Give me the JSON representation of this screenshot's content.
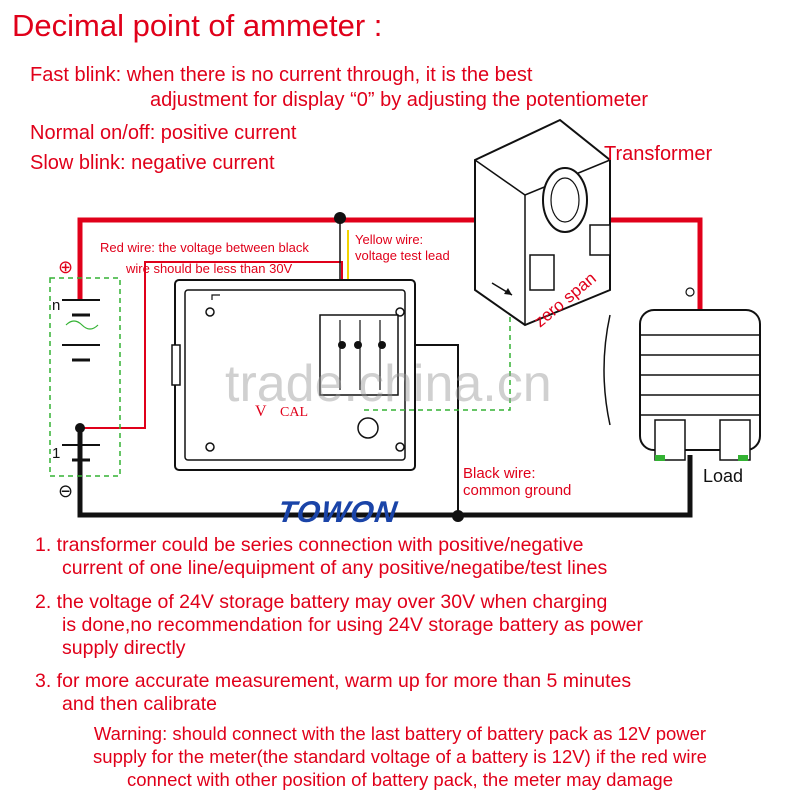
{
  "title": "Decimal point of ammeter :",
  "blink_lines": [
    "Fast blink: when there is no current through, it is the best",
    "adjustment for display “0” by adjusting the potentiometer",
    "Normal on/off: positive current",
    "Slow blink: negative current"
  ],
  "labels": {
    "transformer": "Transformer",
    "red_wire_1": "Red wire: the voltage between black",
    "red_wire_2": "wire should be less than 30V",
    "yellow_wire_1": "Yellow wire:",
    "yellow_wire_2": "voltage test lead",
    "zero_span": "zero span",
    "black_wire_1": "Black wire:",
    "black_wire_2": "common ground",
    "load": "Load",
    "plus": "⊕",
    "minus": "⊖",
    "battery_n": "n",
    "battery_1": "1"
  },
  "watermark": "trade.china.cn",
  "logo": "TOWON",
  "notes": [
    "1. transformer could be series connection with positive/negative",
    "current of one line/equipment of any positive/negatibe/test lines",
    "2. the voltage of 24V storage battery may over 30V when charging",
    "is done,no recommendation for using 24V storage battery as power",
    "supply directly",
    "3. for more accurate measurement, warm up for more than 5 minutes",
    "and then calibrate"
  ],
  "warning": [
    "Warning: should connect with the last battery of battery pack as 12V power",
    "supply for the meter(the standard voltage of a battery is 12V) if the red wire",
    "connect with other position of battery pack, the meter may damage"
  ],
  "colors": {
    "text": "#e0001a",
    "red_wire": "#e0001a",
    "black_wire": "#111111",
    "yellow_wire": "#f2d400",
    "green_dashed": "#33b233",
    "logo": "#1a44a8"
  }
}
